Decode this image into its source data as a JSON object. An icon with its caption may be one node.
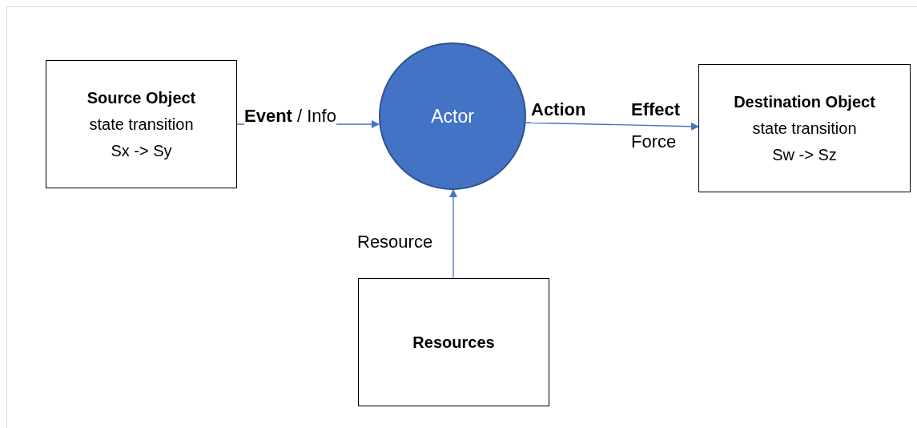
{
  "diagram": {
    "nodes": [
      {
        "text": [
          "Source Object",
          "state transition Sx -> Sy"
        ]
      },
      {
        "text": [
          "Actor"
        ]
      },
      {
        "text": [
          "Destination Object",
          "state transition Sw -> Sz"
        ]
      },
      {
        "text": [
          "Resources"
        ]
      }
    ],
    "edges": [
      {
        "from": 0,
        "to": 1,
        "arrow": "to",
        "label": "**Event** / Info"
      },
      {
        "from": 1,
        "to": 2,
        "arrow": "to",
        "label": "Action"
      },
      {
        "from": 3,
        "to": 1,
        "arrow": "to",
        "label": "Resource"
      }
    ],
    "labels": [
      "Effect",
      "Force"
    ]
  }
}
